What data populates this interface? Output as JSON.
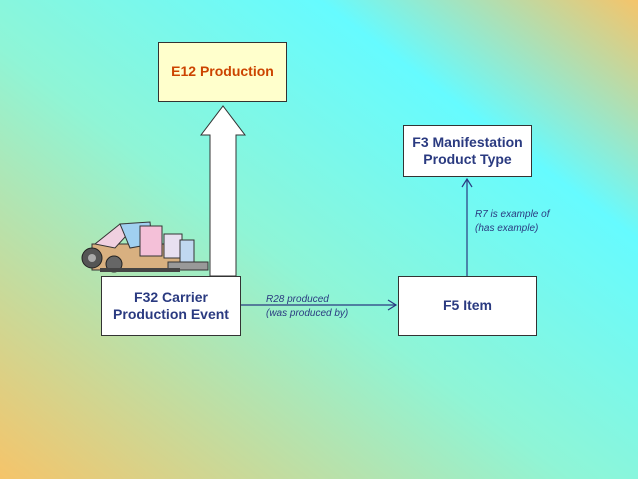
{
  "colors": {
    "background_from": "#f5c46a",
    "background_mid": "#9ef3c6",
    "background_to": "#66fbff",
    "class_text": "#2a3a80",
    "event_text": "#cc4400",
    "event_fill": "#ffffcc",
    "arrow": "#2a3a80"
  },
  "nodes": {
    "e12": {
      "label": "E12 Production"
    },
    "f3": {
      "label": "F3 Manifestation\nProduct Type"
    },
    "f32": {
      "label": "F32 Carrier\nProduction Event"
    },
    "f5": {
      "label": "F5 Item"
    }
  },
  "edges": {
    "r28": {
      "label": "R28 produced\n(was produced by)"
    },
    "r7": {
      "label": "R7 is example of\n(has example)"
    }
  },
  "icons": {
    "clipart": "printing-press-icon"
  }
}
